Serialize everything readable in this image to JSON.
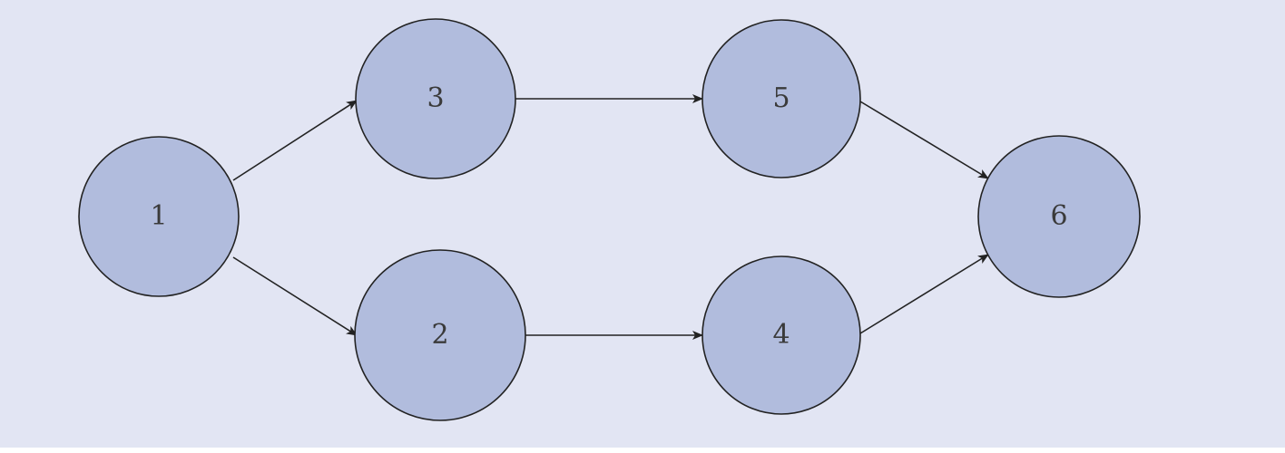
{
  "diagram": {
    "type": "network",
    "colors": {
      "background": "#e2e5f3",
      "node_fill": "#b1bcdd",
      "node_stroke": "#222222",
      "edge": "#222222",
      "label": "#3a3a3a"
    },
    "nodes": [
      {
        "id": "1",
        "label": "1"
      },
      {
        "id": "2",
        "label": "2"
      },
      {
        "id": "3",
        "label": "3"
      },
      {
        "id": "4",
        "label": "4"
      },
      {
        "id": "5",
        "label": "5"
      },
      {
        "id": "6",
        "label": "6"
      }
    ],
    "edges": [
      {
        "from": "1",
        "to": "3"
      },
      {
        "from": "1",
        "to": "2"
      },
      {
        "from": "3",
        "to": "5"
      },
      {
        "from": "2",
        "to": "4"
      },
      {
        "from": "5",
        "to": "6"
      },
      {
        "from": "4",
        "to": "6"
      }
    ]
  }
}
